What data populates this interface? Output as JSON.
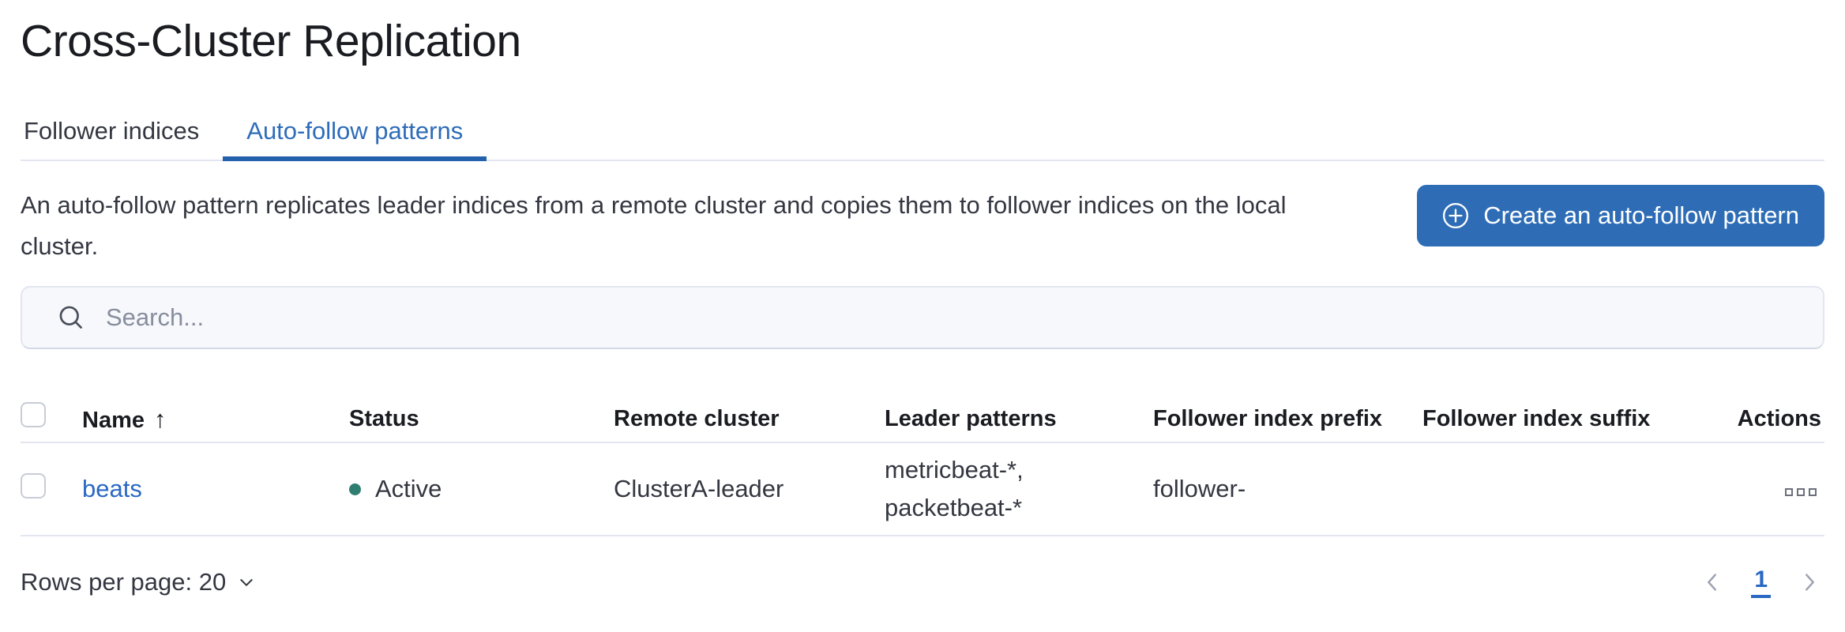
{
  "title": "Cross-Cluster Replication",
  "tabs": [
    {
      "label": "Follower indices",
      "active": false
    },
    {
      "label": "Auto-follow patterns",
      "active": true
    }
  ],
  "intro": {
    "description": "An auto-follow pattern replicates leader indices from a remote cluster and copies them to follower indices on the local cluster.",
    "create_button_label": "Create an auto-follow pattern",
    "create_button_icon": "plus-in-circle-icon"
  },
  "search": {
    "placeholder": "Search...",
    "icon": "search-icon"
  },
  "table": {
    "headers": {
      "name": "Name",
      "status": "Status",
      "remote_cluster": "Remote cluster",
      "leader_patterns": "Leader patterns",
      "follower_index_prefix": "Follower index prefix",
      "follower_index_suffix": "Follower index suffix",
      "actions": "Actions"
    },
    "sort": {
      "column": "Name",
      "direction": "ascending",
      "icon_glyph": "↑"
    },
    "rows": [
      {
        "name": "beats",
        "status": "Active",
        "remote_cluster": "ClusterA-leader",
        "leader_patterns_line1": "metricbeat-*,",
        "leader_patterns_line2": "packetbeat-*",
        "follower_index_prefix": "follower-",
        "follower_index_suffix": "",
        "actions_icon": "boxes-horizontal-icon"
      }
    ]
  },
  "footer": {
    "rows_per_page": "Rows per page: 20",
    "rows_per_page_icon": "chevron-down-icon",
    "pagination": {
      "prev_icon": "chevron-left-icon",
      "current_page": "1",
      "next_icon": "chevron-right-icon"
    }
  },
  "colors": {
    "primary_button": "#2e6db6",
    "tab_active": "#2e6cb8",
    "tab_underline": "#2361ac",
    "link": "#2a68c4",
    "status_active_dot": "#2f7e6f",
    "border_light": "#e3e6f1"
  }
}
